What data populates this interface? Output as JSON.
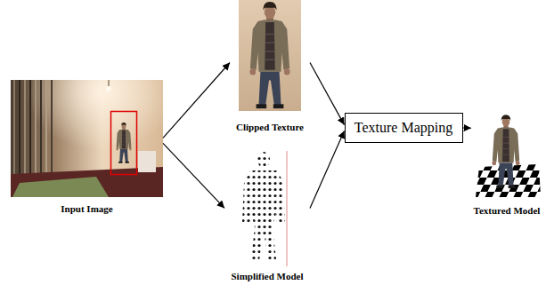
{
  "diagram": {
    "nodes": [
      {
        "text": [
          "Input Image"
        ]
      },
      {
        "text": [
          "Clipped Texture"
        ]
      },
      {
        "text": [
          "Simplified Model"
        ]
      },
      {
        "text": [
          "Texture Mapping"
        ]
      },
      {
        "text": [
          "Textured Model"
        ]
      }
    ],
    "edges": [
      {
        "from": 0,
        "to": 1,
        "arrow": "to"
      },
      {
        "from": 0,
        "to": 2,
        "arrow": "to"
      },
      {
        "from": 1,
        "to": 3,
        "arrow": "to"
      },
      {
        "from": 2,
        "to": 3,
        "arrow": "to"
      },
      {
        "from": 3,
        "to": 4,
        "arrow": "to"
      }
    ]
  }
}
